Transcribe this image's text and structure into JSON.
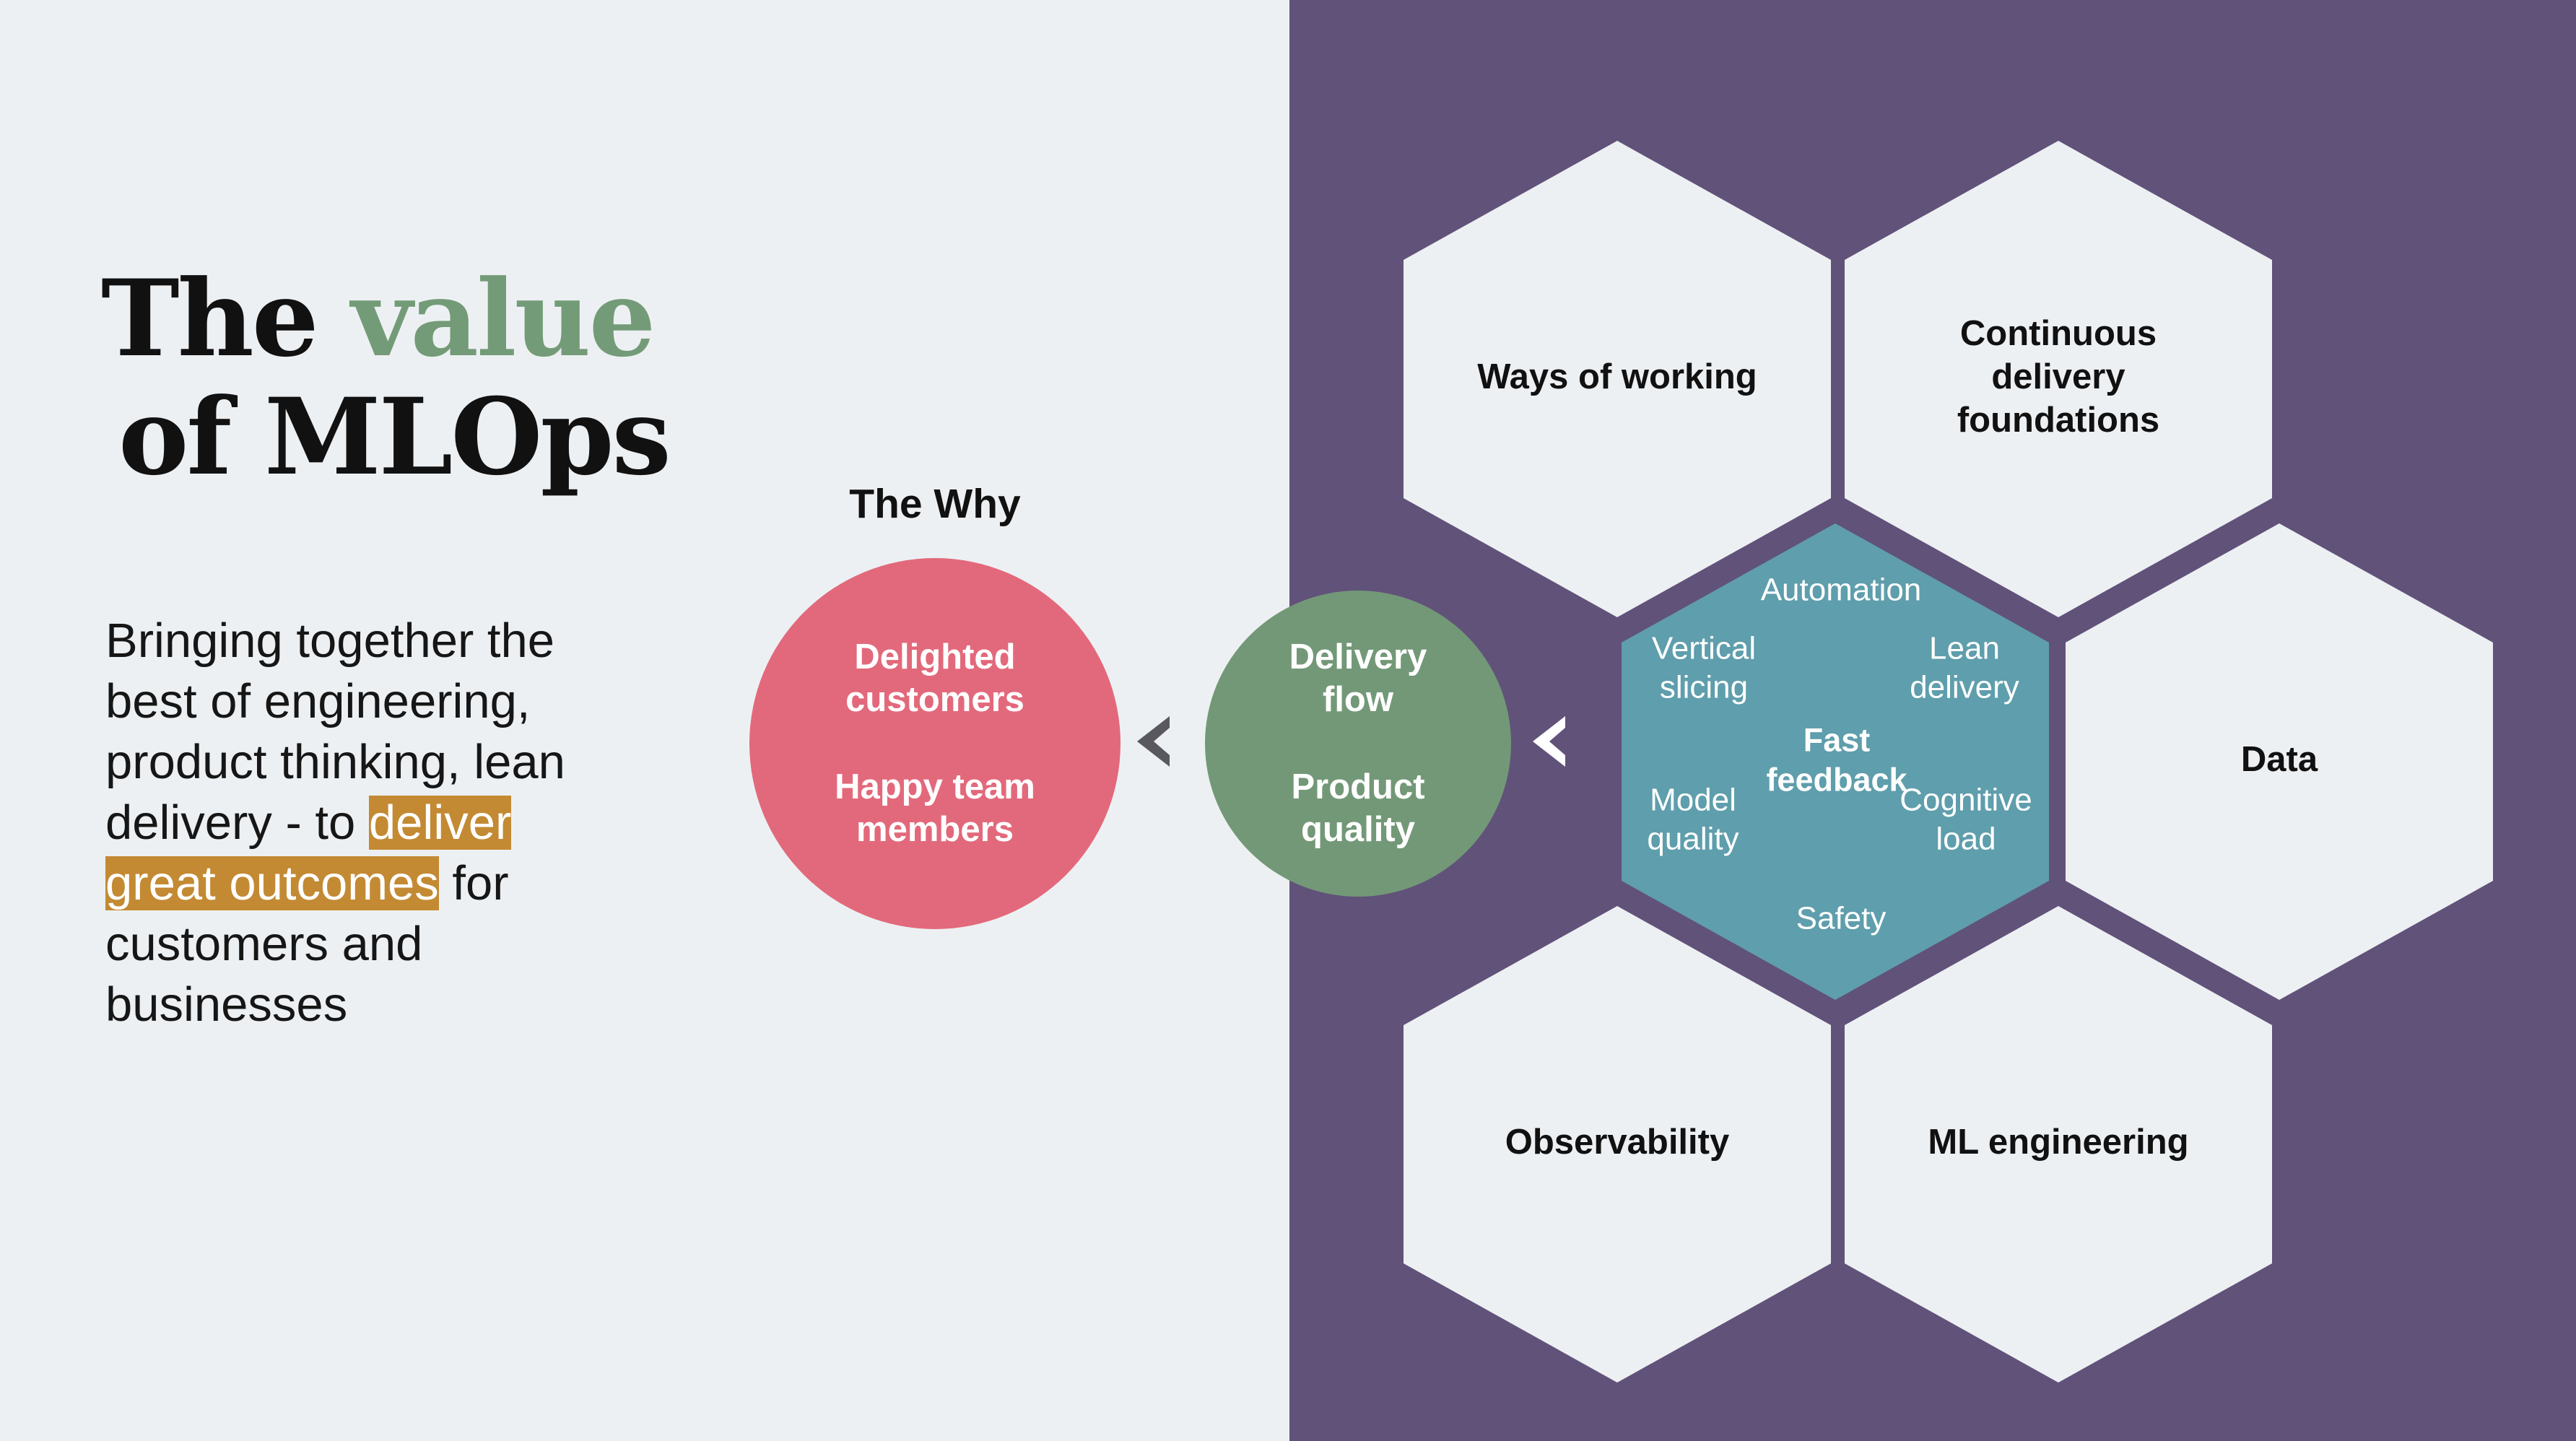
{
  "title": {
    "word1": "The",
    "accent": "value",
    "line2": "of MLOps"
  },
  "intro": {
    "before": "Bringing together the best of engineering, product thinking, lean delivery - to ",
    "highlight1": "deliver",
    "highlight2": "great outcomes",
    "after": " for customers and businesses"
  },
  "why": {
    "heading": "The Why",
    "items": [
      "Delighted customers",
      "Happy team members"
    ]
  },
  "delivery": {
    "items": [
      "Delivery flow",
      "Product quality"
    ]
  },
  "hexagons": [
    {
      "lines": [
        "Ways of working"
      ]
    },
    {
      "lines": [
        "Continuous",
        "delivery",
        "foundations"
      ]
    },
    {
      "lines": [
        "Data"
      ]
    },
    {
      "lines": [
        "Observability"
      ]
    },
    {
      "lines": [
        "ML engineering"
      ]
    }
  ],
  "core": {
    "center": [
      "Fast",
      "feedback"
    ],
    "top": [
      "Automation"
    ],
    "upper_left": [
      "Vertical",
      "slicing"
    ],
    "upper_right": [
      "Lean",
      "delivery"
    ],
    "lower_left": [
      "Model",
      "quality"
    ],
    "lower_right": [
      "Cognitive",
      "load"
    ],
    "bottom": [
      "Safety"
    ]
  },
  "colors": {
    "background": "#edf0f3",
    "panel": "#61527a",
    "hexagon": "#edf0f3",
    "core": "#5f9eac",
    "why_circle": "#e2697b",
    "delivery_circle": "#739877",
    "title_accent": "#739b77",
    "highlight": "#c38a33"
  },
  "icons": [
    "chevron-left-icon",
    "chevron-left-icon"
  ]
}
